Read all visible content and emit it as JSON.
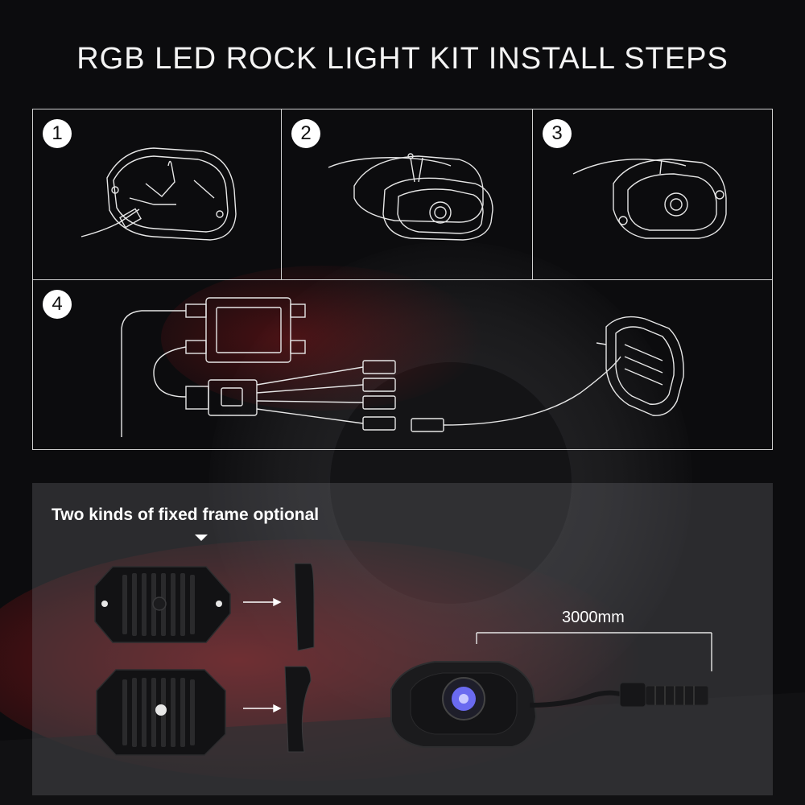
{
  "title": "RGB LED ROCK LIGHT KIT INSTALL STEPS",
  "steps": [
    {
      "number": "1"
    },
    {
      "number": "2"
    },
    {
      "number": "3"
    },
    {
      "number": "4"
    }
  ],
  "frames": {
    "title": "Two kinds of fixed frame optional",
    "cable_length": "3000mm"
  },
  "colors": {
    "background": "#0b0b0d",
    "accent_red": "#a0181c",
    "line": "#e6e6e6",
    "led_blue": "#6a6af0"
  }
}
